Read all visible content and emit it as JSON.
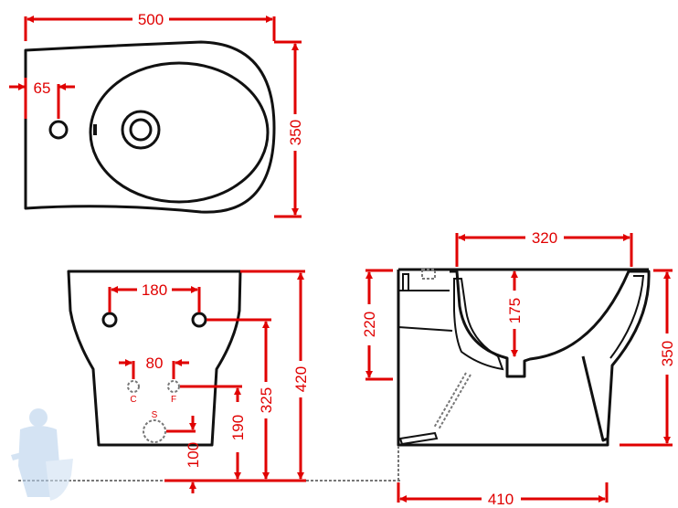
{
  "drawing": {
    "top_view": {
      "width_label": "500",
      "depth_label": "350",
      "hole_offset_label": "65"
    },
    "front_view": {
      "tap_spacing_label": "180",
      "valve_spacing_label": "80",
      "height_label": "420",
      "tap_height_label": "325",
      "valve_height_label": "190",
      "drain_height_label": "100",
      "hot_label": "C",
      "cold_label": "F",
      "drain_label": "S"
    },
    "side_view": {
      "bowl_width_label": "320",
      "rim_height_label": "220",
      "bowl_depth_label": "175",
      "height_label": "350",
      "depth_label": "410"
    },
    "colors": {
      "dimension": "#e00000",
      "outline": "#111111"
    }
  }
}
